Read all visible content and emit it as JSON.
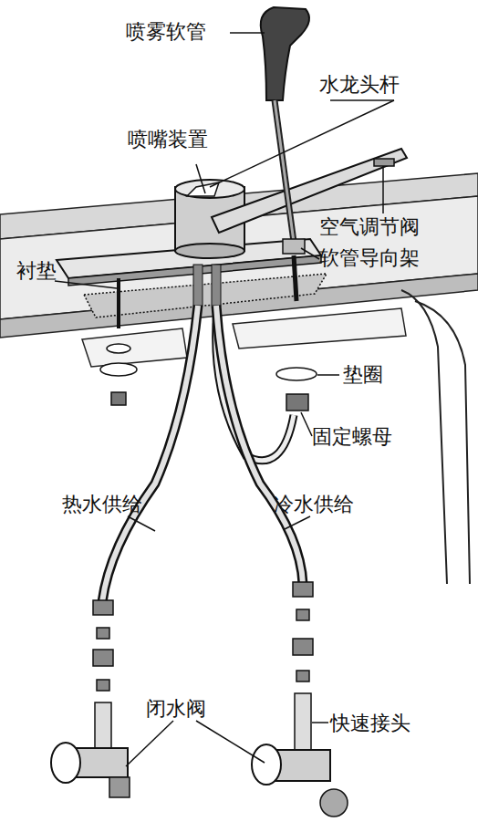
{
  "diagram": {
    "labels": [
      "喷雾软管",
      "水龙头杆",
      "喷嘴装置",
      "空气调节阀",
      "软管导向架",
      "衬垫",
      "垫圈",
      "固定螺母",
      "热水供给",
      "冷水供给",
      "闭水阀",
      "快速接头"
    ]
  }
}
